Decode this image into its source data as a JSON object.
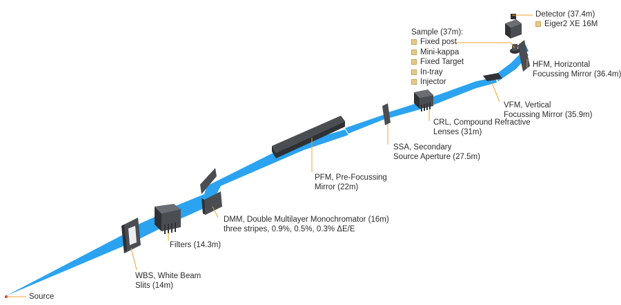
{
  "title": "Beamline layout schematic",
  "colors": {
    "beam": "#2ba3f0",
    "beam_dark": "#1a86d6",
    "component": "#4a4d52",
    "component_dark": "#2f3135",
    "leader": "#f0a030",
    "source_dot": "#e03030",
    "option_marker": "#e6c88a"
  },
  "components": [
    {
      "id": "source",
      "label": "Source"
    },
    {
      "id": "wbs",
      "label_lines": [
        "WBS, White Beam",
        "Slits (14m)"
      ]
    },
    {
      "id": "filters",
      "label_lines": [
        "Filters (14.3m)"
      ]
    },
    {
      "id": "dmm",
      "label_lines": [
        "DMM, Double Multilayer Monochromator (16m)",
        "three stripes, 0.9%, 0.5%, 0.3% ΔE/E"
      ]
    },
    {
      "id": "pfm",
      "label_lines": [
        "PFM, Pre-Focussing",
        "Mirror (22m)"
      ]
    },
    {
      "id": "ssa",
      "label_lines": [
        "SSA, Secondary",
        "Source Aperture (27.5m)"
      ]
    },
    {
      "id": "crl",
      "label_lines": [
        "CRL, Compound Refractive",
        "Lenses (31m)"
      ]
    },
    {
      "id": "vfm",
      "label_lines": [
        "VFM, Vertical",
        "Focussing Mirror (35.9m)"
      ]
    },
    {
      "id": "hfm",
      "label_lines": [
        "HFM, Horizontal",
        "Focussing Mirror (36.4m)"
      ]
    },
    {
      "id": "sample",
      "label_lines": [
        "Sample (37m):"
      ],
      "options": [
        "Fixed post",
        "Mini-kappa",
        "Fixed Target",
        "In-tray",
        "Injector"
      ]
    },
    {
      "id": "detector",
      "label_lines": [
        "Detector (37.4m)"
      ],
      "options": [
        "Eiger2 XE 16M"
      ]
    }
  ]
}
